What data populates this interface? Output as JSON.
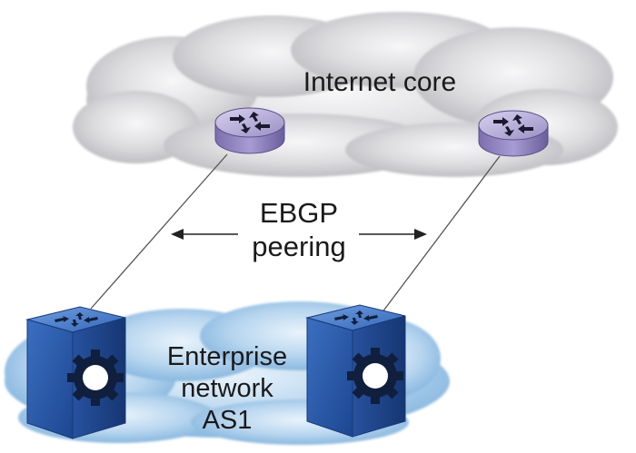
{
  "internet_cloud": {
    "label": "Internet core"
  },
  "peering": {
    "line1": "EBGP",
    "line2": "peering"
  },
  "enterprise_cloud": {
    "line1": "Enterprise",
    "line2": "network",
    "line3": "AS1"
  },
  "colors": {
    "internet_cloud": "#d9d9dc",
    "enterprise_cloud": "#a9cdea",
    "router": "#9a8fc4",
    "switch": "#2a56a6",
    "link": "#555555"
  },
  "icons": {
    "router": "router-icon",
    "switch": "switch-icon"
  }
}
